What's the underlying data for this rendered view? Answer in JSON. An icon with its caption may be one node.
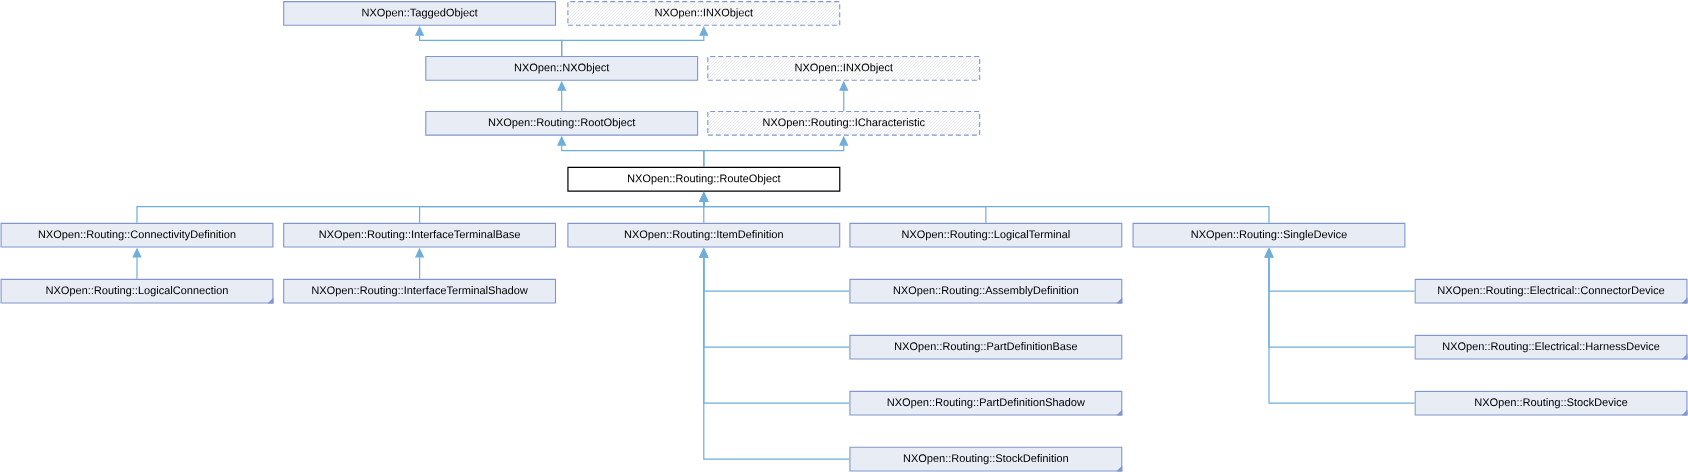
{
  "diagram": {
    "nodes": [
      {
        "text": [
          "NXOpen::TaggedObject"
        ]
      },
      {
        "text": [
          "NXOpen::INXObject"
        ]
      },
      {
        "text": [
          "NXOpen::NXObject"
        ]
      },
      {
        "text": [
          "NXOpen::INXObject"
        ]
      },
      {
        "text": [
          "NXOpen::Routing::RootObject"
        ]
      },
      {
        "text": [
          "NXOpen::Routing::ICharacteristic"
        ]
      },
      {
        "text": [
          "NXOpen::Routing::RouteObject"
        ]
      },
      {
        "text": [
          "NXOpen::Routing::ConnectivityDefinition"
        ]
      },
      {
        "text": [
          "NXOpen::Routing::InterfaceTerminalBase"
        ]
      },
      {
        "text": [
          "NXOpen::Routing::ItemDefinition"
        ]
      },
      {
        "text": [
          "NXOpen::Routing::LogicalTerminal"
        ]
      },
      {
        "text": [
          "NXOpen::Routing::SingleDevice"
        ]
      },
      {
        "text": [
          "NXOpen::Routing::LogicalConnection"
        ]
      },
      {
        "text": [
          "NXOpen::Routing::InterfaceTerminalShadow"
        ]
      },
      {
        "text": [
          "NXOpen::Routing::AssemblyDefinition"
        ]
      },
      {
        "text": [
          "NXOpen::Routing::Electrical::ConnectorDevice"
        ]
      },
      {
        "text": [
          "NXOpen::Routing::PartDefinitionBase"
        ]
      },
      {
        "text": [
          "NXOpen::Routing::Electrical::HarnessDevice"
        ]
      },
      {
        "text": [
          "NXOpen::Routing::PartDefinitionShadow"
        ]
      },
      {
        "text": [
          "NXOpen::Routing::StockDevice"
        ]
      },
      {
        "text": [
          "NXOpen::Routing::StockDefinition"
        ]
      }
    ],
    "edges": [
      {
        "from": 2,
        "to": 0,
        "arrow": "to"
      },
      {
        "from": 2,
        "to": 1,
        "arrow": "to"
      },
      {
        "from": 4,
        "to": 2,
        "arrow": "to"
      },
      {
        "from": 5,
        "to": 3,
        "arrow": "to"
      },
      {
        "from": 6,
        "to": 4,
        "arrow": "to"
      },
      {
        "from": 6,
        "to": 5,
        "arrow": "to"
      },
      {
        "from": 7,
        "to": 6,
        "arrow": "to"
      },
      {
        "from": 8,
        "to": 6,
        "arrow": "to"
      },
      {
        "from": 9,
        "to": 6,
        "arrow": "to"
      },
      {
        "from": 10,
        "to": 6,
        "arrow": "to"
      },
      {
        "from": 11,
        "to": 6,
        "arrow": "to"
      },
      {
        "from": 12,
        "to": 7,
        "arrow": "to"
      },
      {
        "from": 13,
        "to": 8,
        "arrow": "to"
      },
      {
        "from": 14,
        "to": 9,
        "arrow": "to"
      },
      {
        "from": 16,
        "to": 9,
        "arrow": "to"
      },
      {
        "from": 18,
        "to": 9,
        "arrow": "to"
      },
      {
        "from": 20,
        "to": 9,
        "arrow": "to"
      },
      {
        "from": 15,
        "to": 11,
        "arrow": "to"
      },
      {
        "from": 17,
        "to": 11,
        "arrow": "to"
      },
      {
        "from": 19,
        "to": 11,
        "arrow": "to"
      }
    ]
  }
}
